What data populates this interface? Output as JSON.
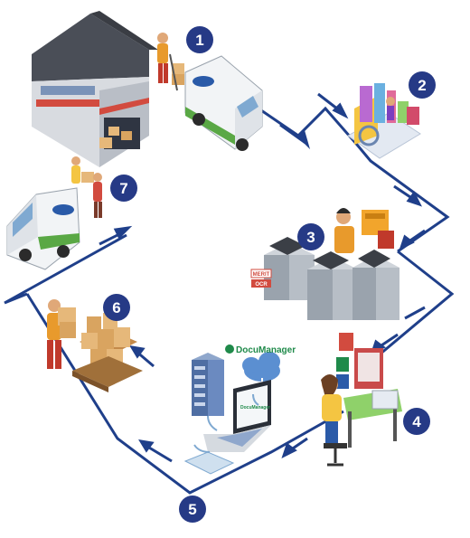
{
  "steps": [
    {
      "number": "1"
    },
    {
      "number": "2"
    },
    {
      "number": "3"
    },
    {
      "number": "4"
    },
    {
      "number": "5"
    },
    {
      "number": "6"
    },
    {
      "number": "7"
    }
  ],
  "labels": {
    "docu_manager_logo": "DocuManager",
    "laptop_screen_logo": "DocuManager",
    "scanner_tag_1": "MERIT",
    "scanner_tag_2": "OCR"
  },
  "colors": {
    "path_line": "#1f3f8a",
    "badge": "#263a86",
    "van_stripe": "#5aa845",
    "warehouse_roof": "#4a4e57",
    "box": "#e6b87a"
  }
}
